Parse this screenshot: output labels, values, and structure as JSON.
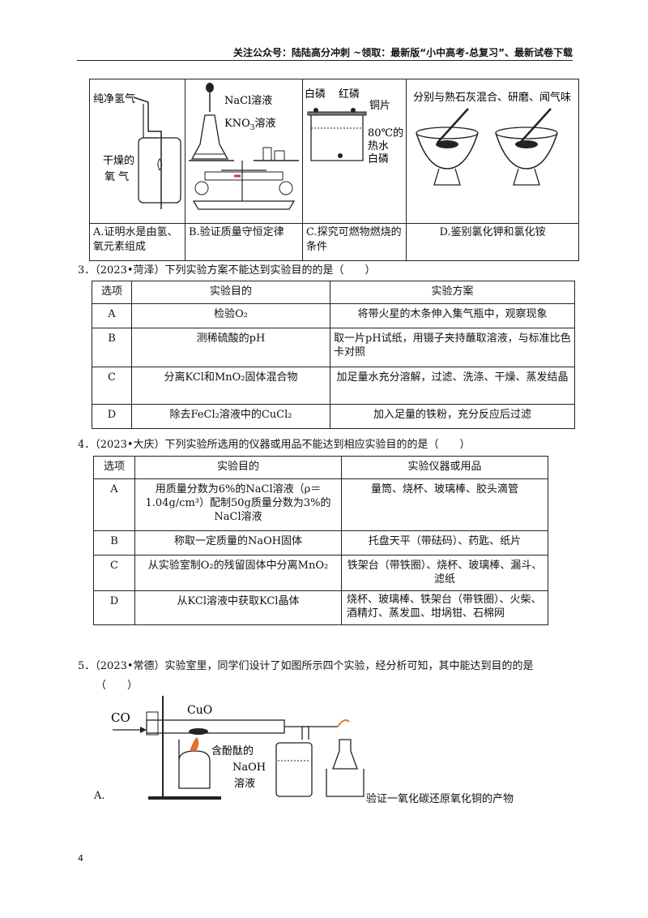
{
  "header": {
    "text": "关注公众号：陆陆高分冲刺  ~领取：最新版“小中高考-总复习”、最新试卷下载"
  },
  "figure_table": {
    "labels": {
      "a_gas": "纯净氢气",
      "a_dry1": "干燥的",
      "a_dry2": "氧 气",
      "b_top": "NaCl溶液",
      "b_mid": "KNO",
      "b_mid_sub": "3",
      "b_mid_end": "溶液",
      "c_white": "白磷",
      "c_red": "红磷",
      "c_copper": "铜片",
      "c_temp": "80℃的",
      "c_water": "热水",
      "c_white2": "白磷",
      "d_top": "分别与熟石灰混合、研磨、闻气味"
    },
    "captions": [
      "A.证明水是由氢、氧元素组成",
      "B.验证质量守恒定律",
      "C.探究可燃物燃烧的条件",
      "D.鉴别氯化钾和氯化铵"
    ]
  },
  "q3": {
    "stem": "3．（2023•菏泽）下列实验方案不能达到实验目的的是（　　）",
    "headers": [
      "选项",
      "实验目的",
      "实验方案"
    ],
    "rows": [
      {
        "opt": "A",
        "goal": "检验O₂",
        "plan": "将带火星的木条伸入集气瓶中，观察现象"
      },
      {
        "opt": "B",
        "goal": "测稀硫酸的pH",
        "plan": "取一片pH试纸，用镊子夹持蘸取溶液，与标准比色卡对照"
      },
      {
        "opt": "C",
        "goal": "分离KCl和MnO₂固体混合物",
        "plan": "加足量水充分溶解，过滤、洗涤、干燥、蒸发结晶"
      },
      {
        "opt": "D",
        "goal": "除去FeCl₂溶液中的CuCl₂",
        "plan": "加入足量的铁粉，充分反应后过滤"
      }
    ]
  },
  "q4": {
    "stem": "4．（2023•大庆）下列实验所选用的仪器或用品不能达到相应实验目的的是（　　）",
    "headers": [
      "选项",
      "实验目的",
      "实验仪器或用品"
    ],
    "rows": [
      {
        "opt": "A",
        "goal": "用质量分数为6%的NaCl溶液（ρ＝1.04g/cm³）配制50g质量分数为3%的NaCl溶液",
        "plan": "量筒、烧杯、玻璃棒、胶头滴管"
      },
      {
        "opt": "B",
        "goal": "称取一定质量的NaOH固体",
        "plan": "托盘天平（带砝码）、药匙、纸片"
      },
      {
        "opt": "C",
        "goal": "从实验室制O₂的残留固体中分离MnO₂",
        "plan": "铁架台（带铁圈）、烧杯、玻璃棒、漏斗、滤纸"
      },
      {
        "opt": "D",
        "goal": "从KCl溶液中获取KCl晶体",
        "plan": "烧杯、玻璃棒、铁架台（带铁圈）、火柴、酒精灯、蒸发皿、坩埚钳、石棉网"
      }
    ]
  },
  "q5": {
    "stem": "5．（2023•常德）实验室里，同学们设计了如图所示四个实验，经分析可知，其中能达到目的的是",
    "paren": "（　　）",
    "option_label": "A.",
    "fig_co": "CO",
    "fig_cuo": "CuO",
    "fig_sol1": "含酚酞的",
    "fig_sol2": "NaOH",
    "fig_sol3": "溶液",
    "caption": "验证一氧化碳还原氧化铜的产物"
  },
  "page_number": "4"
}
